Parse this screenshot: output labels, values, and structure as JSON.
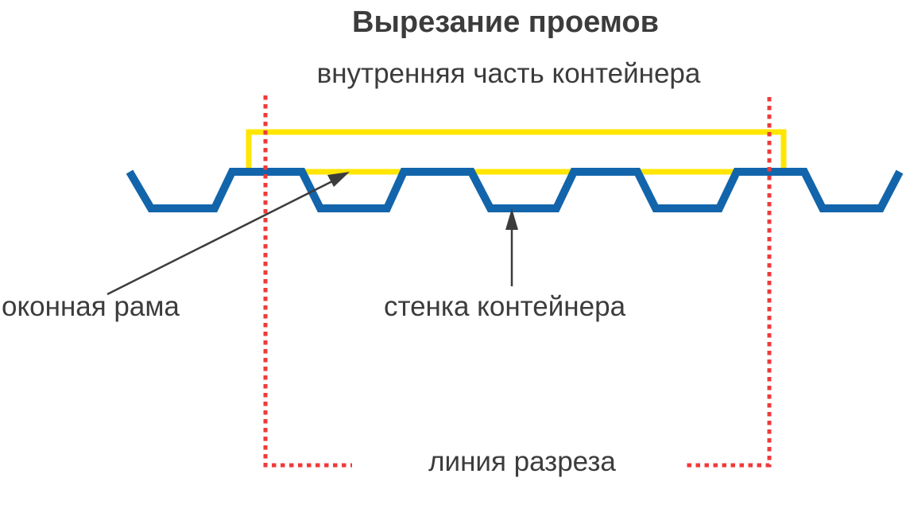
{
  "diagram": {
    "title": "Вырезание проемов",
    "subtitle": "внутренняя часть контейнера",
    "labels": {
      "window_frame": "оконная рама",
      "container_wall": "стенка контейнера",
      "cut_line": "линия разреза"
    },
    "colors": {
      "container_wall": "#1265AB",
      "window_frame": "#FFE600",
      "cut_line": "#EF3A3A",
      "arrow": "#3C3C3C",
      "text": "#3C3C3C",
      "background": "#FFFFFF"
    }
  }
}
